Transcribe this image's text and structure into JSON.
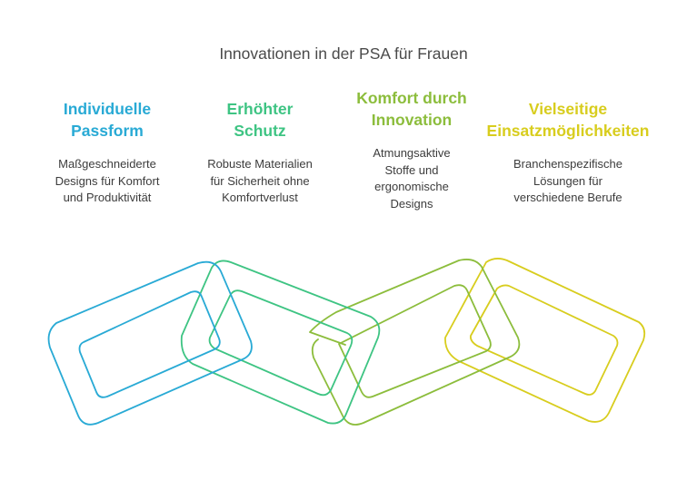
{
  "title": "Innovationen in der PSA für Frauen",
  "columns": [
    {
      "heading": "Individuelle\nPassform",
      "description": "Maßgeschneiderte\nDesigns für Komfort\nund Produktivität",
      "color": "#29aad5"
    },
    {
      "heading": "Erhöhter\nSchutz",
      "description": "Robuste Materialien\nfür Sicherheit ohne\nKomfortverlust",
      "color": "#3ec483"
    },
    {
      "heading": "Komfort durch\nInnovation",
      "description": "Atmungsaktive\nStoffe und\nergonomische\nDesigns",
      "color": "#8cbd3c"
    },
    {
      "heading": "Vielseitige\nEinsatzmöglichkeiten",
      "description": "Branchenspezifische\nLösungen für\nverschiedene Berufe",
      "color": "#d8cd1e"
    }
  ]
}
